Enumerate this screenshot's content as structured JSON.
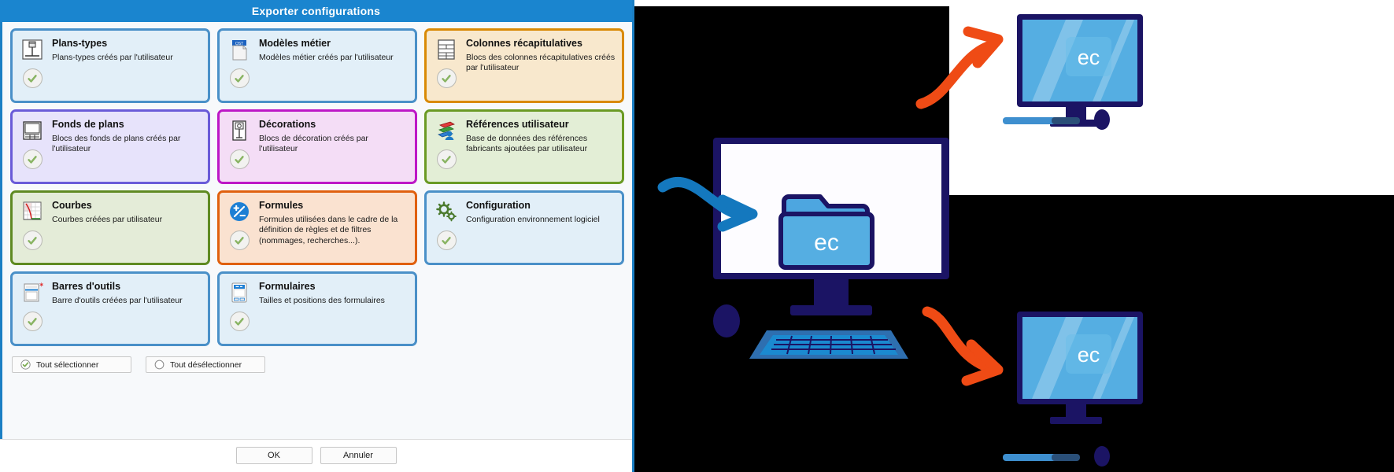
{
  "dialog": {
    "title": "Exporter configurations",
    "cards": [
      {
        "name": "Plans-types",
        "desc": "Plans-types créés par l'utilisateur",
        "icon": "plan-type-icon",
        "theme": "c-blue",
        "checked": true
      },
      {
        "name": "Modèles métier",
        "desc": "Modèles métier créés par l'utilisateur",
        "icon": "document-qst-icon",
        "theme": "c-blue",
        "checked": true
      },
      {
        "name": "Colonnes récapitulatives",
        "desc": "Blocs des colonnes récapitulatives créés par l'utilisateur",
        "icon": "table-columns-icon",
        "theme": "c-orange",
        "checked": true
      },
      {
        "name": "Fonds de plans",
        "desc": "Blocs des fonds de plans créés par l'utilisateur",
        "icon": "background-plan-icon",
        "theme": "c-violet",
        "checked": true
      },
      {
        "name": "Décorations",
        "desc": "Blocs de décoration créés par l'utilisateur",
        "icon": "decoration-icon",
        "theme": "c-magenta",
        "checked": true
      },
      {
        "name": "Références utilisateur",
        "desc": "Base de données des références fabricants ajoutées par utilisateur",
        "icon": "books-user-icon",
        "theme": "c-green",
        "checked": true
      },
      {
        "name": "Courbes",
        "desc": "Courbes créées par utilisateur",
        "icon": "curve-chart-icon",
        "theme": "c-olive",
        "checked": true
      },
      {
        "name": "Formules",
        "desc": "Formules utilisées dans le cadre de la définition de règles et de filtres (nommages, recherches...).",
        "icon": "formula-plusminus-icon",
        "theme": "c-deeporange",
        "checked": true
      },
      {
        "name": "Configuration",
        "desc": "Configuration environnement logiciel",
        "icon": "gears-icon",
        "theme": "c-blue",
        "checked": true
      },
      {
        "name": "Barres d'outils",
        "desc": "Barre d'outils créées par l'utilisateur",
        "icon": "toolbar-icon",
        "theme": "c-blue",
        "checked": true
      },
      {
        "name": "Formulaires",
        "desc": "Tailles et positions des formulaires",
        "icon": "form-icon",
        "theme": "c-blue",
        "checked": true
      }
    ],
    "select_all_label": "Tout sélectionner",
    "deselect_all_label": "Tout désélectionner",
    "ok_label": "OK",
    "cancel_label": "Annuler"
  },
  "illustration": {
    "screen_label_main": "ec",
    "screen_label_top": "ec",
    "screen_label_bottom": "ec",
    "folder_label": "ec"
  },
  "colors": {
    "title_bar": "#1a85cf",
    "accent_blue": "#4a90c8",
    "accent_orange": "#d98a06",
    "accent_violet": "#6a5bd8",
    "accent_magenta": "#bd18c6",
    "accent_green": "#6a9a24",
    "accent_deeporange": "#e0600e",
    "arrow_blue": "#1478be",
    "arrow_orange": "#ef4b15",
    "screen_navy": "#1b1464",
    "screen_blue": "#55aee2"
  }
}
